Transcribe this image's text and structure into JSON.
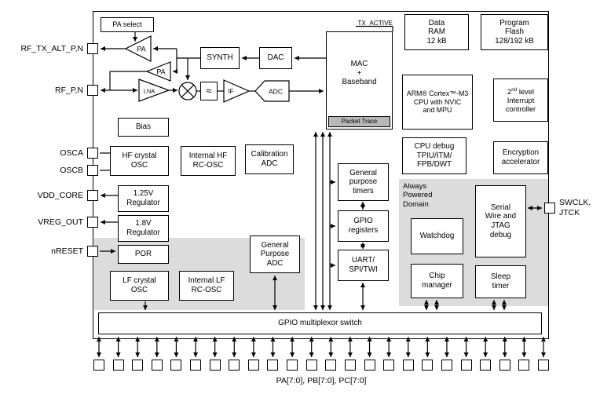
{
  "pins": {
    "left": [
      "RF_TX_ALT_P,N",
      "RF_P,N",
      "OSCA",
      "OSCB",
      "VDD_CORE",
      "VREG_OUT",
      "nRESET"
    ],
    "right_label": "SWCLK,\nJTCK",
    "bottom_label": "PA[7:0], PB[7:0], PC[7:0]",
    "bottom_count": 24
  },
  "rf": {
    "pa_select_label": "PA select",
    "pa1_label": "PA",
    "pa2_label": "PA",
    "lna_label": "LNA",
    "synth_label": "SYNTH",
    "dac_label": "DAC",
    "filter_symbol": "≈",
    "if_label": "IF",
    "adc_label": "ADC",
    "bias_label": "Bias",
    "tx_active_label": "TX_ACTIVE",
    "mac_label": "MAC\n+\nBaseband",
    "packet_trace_label": "Packet Trace"
  },
  "blocks": {
    "hf_crystal": "HF crystal\nOSC",
    "int_hf": "Internal HF\nRC-OSC",
    "cal_adc": "Calibration\nADC",
    "reg125": "1.25V\nRegulator",
    "reg18": "1.8V\nRegulator",
    "por": "POR",
    "lf_crystal": "LF crystal\nOSC",
    "int_lf": "Internal LF\nRC-OSC",
    "gp_adc": "General\nPurpose\nADC",
    "timers": "General\npurpose\ntimers",
    "gpio_regs": "GPIO\nregisters",
    "uart": "UART/\nSPI/TWI",
    "data_ram": "Data\nRAM\n12 kB",
    "flash": "Program\nFlash\n128/192 kB",
    "cpu": "ARM® Cortex™-M3\nCPU with NVIC\nand MPU",
    "int_ctrl": {
      "pre": "2",
      "sup": "nd",
      "post": " level",
      "rest": "Interrupt\ncontroller"
    },
    "cpu_debug": "CPU debug\nTPIU/ITM/\nFPB/DWT",
    "encryption": "Encryption\naccelerator",
    "apd": "Always\nPowered\nDomain",
    "watchdog": "Watchdog",
    "serial_wire": "Serial\nWire and\nJTAG\ndebug",
    "chip_mgr": "Chip\nmanager",
    "sleep_timer": "Sleep\ntimer",
    "gpio_mux": "GPIO multiplexor switch"
  },
  "colors": {
    "region_shade": "#dcdcdc",
    "packet_trace_shade": "#b8b8b8",
    "line": "#000000",
    "background": "#ffffff"
  }
}
